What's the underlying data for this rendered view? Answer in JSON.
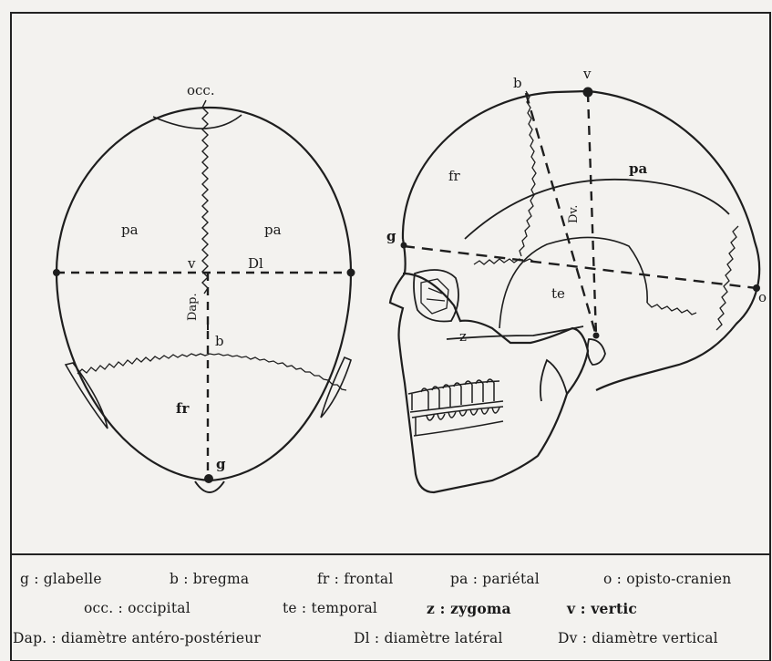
{
  "top_view": {
    "occipital_label": "occ.",
    "parietal_left_label": "pa",
    "parietal_right_label": "pa",
    "vertex_label": "v",
    "lateral_diameter_label": "Dl",
    "dap_label": "Dap.",
    "bregma_label": "b",
    "frontal_label": "fr",
    "glabella_label": "g"
  },
  "side_view": {
    "bregma_label": "b",
    "vertex_label": "v",
    "frontal_label": "fr",
    "parietal_label": "pa",
    "dv_label": "Dv.",
    "glabella_label": "g",
    "temporal_label": "te",
    "opisto_label": "o",
    "zygoma_label": "z"
  },
  "legend": {
    "row1": [
      "g : glabelle",
      "b : bregma",
      "fr : frontal",
      "pa : pariétal",
      "o : opisto-cranien"
    ],
    "row2": [
      "occ. : occipital",
      "te : temporal",
      "z : zygoma",
      "v : vertic"
    ],
    "row3": [
      "Dap. : diamètre antéro-postérieur",
      "Dl : diamètre latéral",
      "Dv : diamètre vertical"
    ]
  }
}
